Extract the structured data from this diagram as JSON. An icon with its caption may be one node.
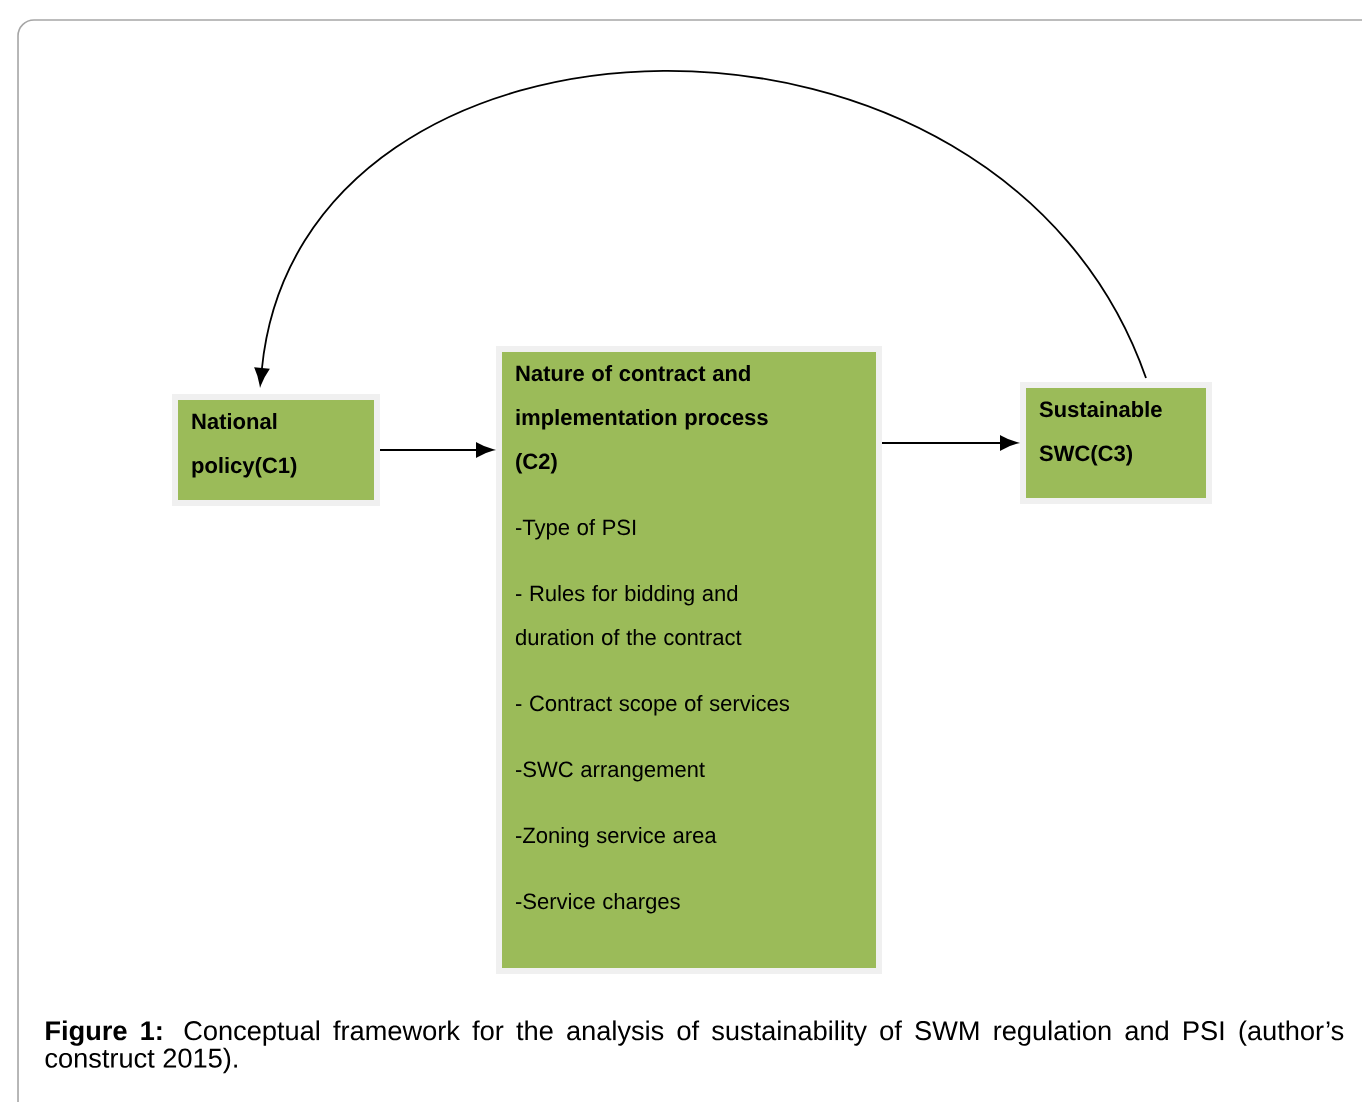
{
  "diagram": {
    "caption": "**Figure 1:** Conceptual framework for the analysis of sustainability of SWM regulation and PSI (author’s construct 2015).",
    "nodes": [
      {
        "text": [
          "National policy(C1)"
        ]
      },
      {
        "text": [
          "Nature of contract and implementation process (C2)",
          "-Type of PSI",
          "- Rules for bidding and duration of the contract",
          "- Contract scope of services",
          "-SWC arrangement",
          "-Zoning service area",
          "-Service charges"
        ]
      },
      {
        "text": [
          "Sustainable SWC(C3)"
        ]
      }
    ],
    "edges": [
      {
        "from": 0,
        "to": 1,
        "arrow": "to"
      },
      {
        "from": 1,
        "to": 2,
        "arrow": "to"
      },
      {
        "from": 2,
        "to": 0,
        "arrow": "to"
      }
    ]
  }
}
